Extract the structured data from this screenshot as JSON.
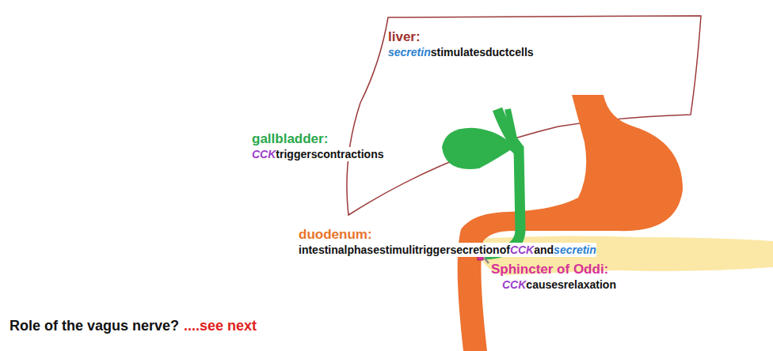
{
  "diagram": {
    "nodes": [
      {
        "text": [
          "liver:",
          "secretin stimulates duct cells"
        ]
      },
      {
        "text": [
          "gallbladder:",
          "CCK triggers contractions"
        ]
      },
      {
        "text": [
          "duodenum:",
          "intestinal phase stimuli trigger secretion of CCK and secretin"
        ]
      },
      {
        "text": [
          "Sphincter of Oddi:",
          "CCK causes relaxation"
        ]
      }
    ],
    "labels": [
      "Role of the vagus nerve?",
      "....see next"
    ]
  }
}
